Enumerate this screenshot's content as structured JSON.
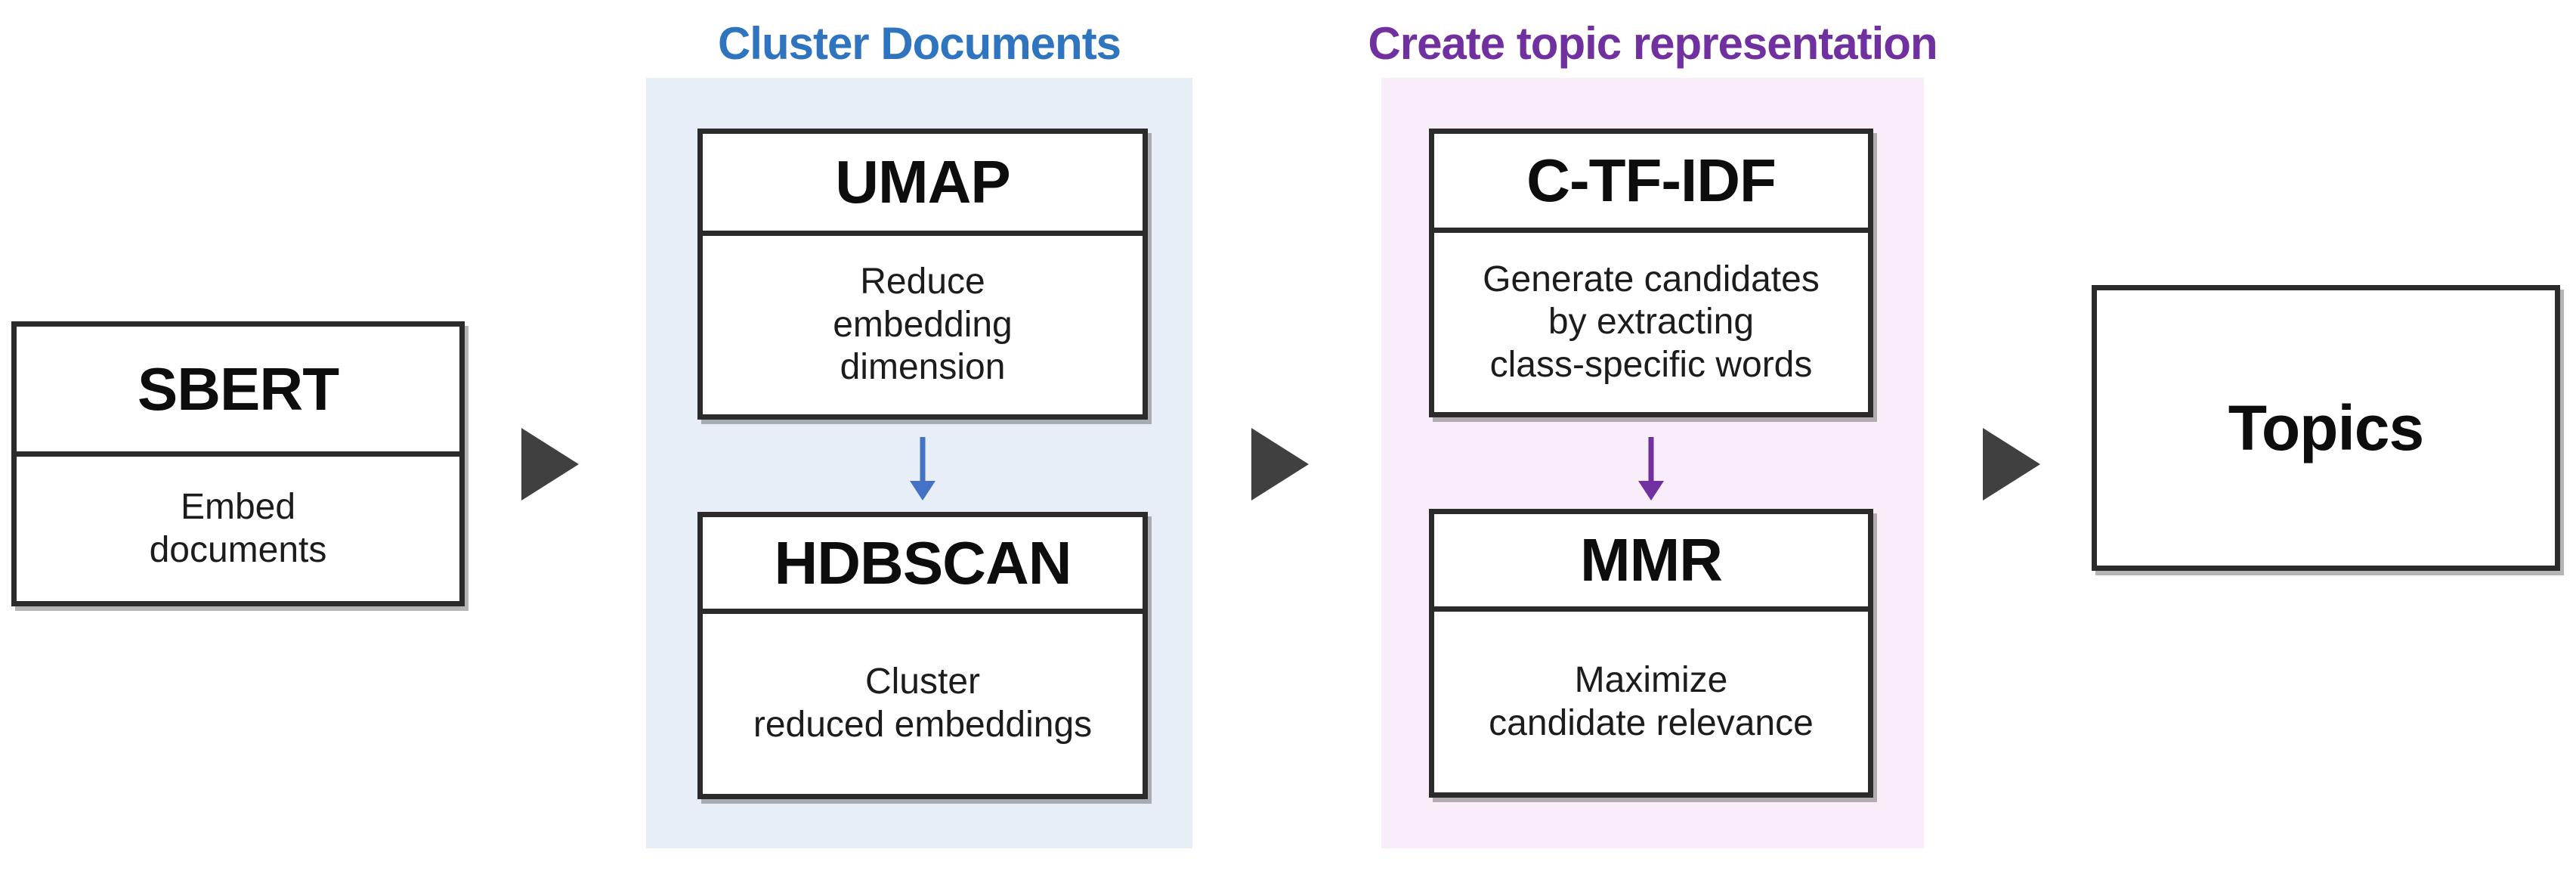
{
  "sections": {
    "cluster": {
      "heading": "Cluster Documents"
    },
    "topic_repr": {
      "heading": "Create topic representation"
    }
  },
  "nodes": {
    "sbert": {
      "title": "SBERT",
      "body": "Embed\ndocuments"
    },
    "umap": {
      "title": "UMAP",
      "body": "Reduce\nembedding\ndimension"
    },
    "hdbscan": {
      "title": "HDBSCAN",
      "body": "Cluster\nreduced embeddings"
    },
    "ctfidf": {
      "title": "C-TF-IDF",
      "body": "Generate candidates\nby extracting\nclass-specific words"
    },
    "mmr": {
      "title": "MMR",
      "body": "Maximize\ncandidate relevance"
    },
    "topics": {
      "title": "Topics"
    }
  },
  "colors": {
    "cluster_heading": "#2E74BE",
    "cluster_panel_bg": "#E8EEF8",
    "topic_heading": "#7030A0",
    "topic_panel_bg": "#FAEDFA",
    "blue_arrow": "#4472C4",
    "purple_arrow": "#7030A0",
    "flow_triangle": "#404040",
    "box_border": "#2B2B2B"
  }
}
